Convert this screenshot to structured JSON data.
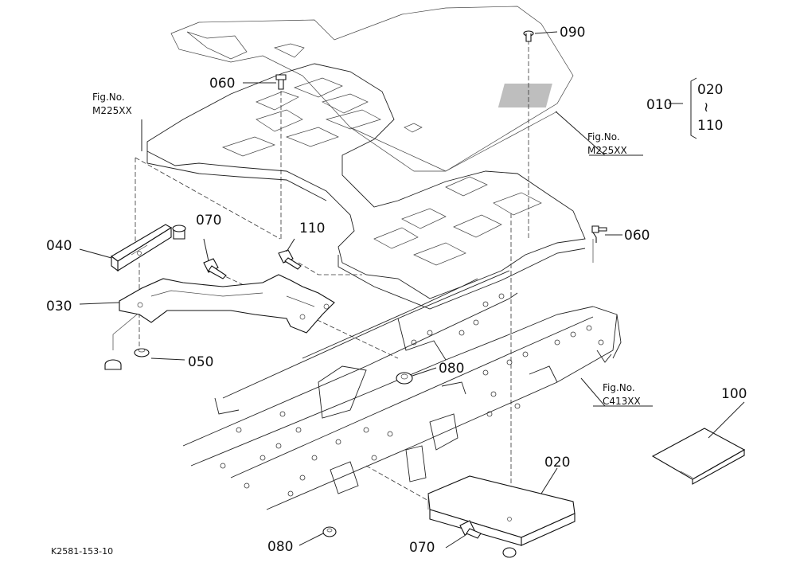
{
  "parts": {
    "p090": "090",
    "p060a": "060",
    "p060b": "060",
    "p040": "040",
    "p030": "030",
    "p070a": "070",
    "p110": "110",
    "p050": "050",
    "p080a": "080",
    "p080b": "080",
    "p070b": "070",
    "p020": "020",
    "p100": "100"
  },
  "references": {
    "fig_a_label": "Fig.No.",
    "fig_a_code": "M225XX",
    "fig_b_label": "Fig.No.",
    "fig_b_code": "M225XX",
    "fig_c_label": "Fig.No.",
    "fig_c_code": "C413XX"
  },
  "assembly_group": {
    "parent": "010",
    "from": "020",
    "range_symbol": "≀",
    "to": "110"
  },
  "drawing_code": "K2581-153-10"
}
